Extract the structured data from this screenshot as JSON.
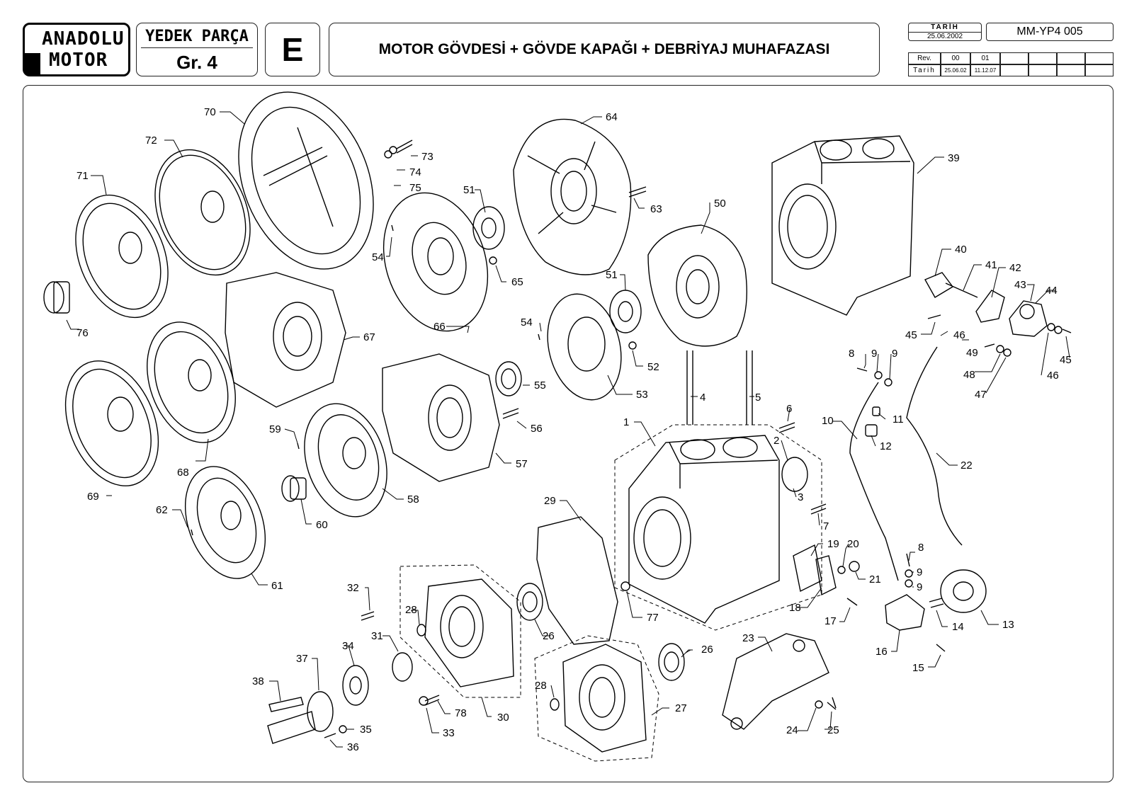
{
  "header": {
    "logo_line1": "ANADOLU",
    "logo_line2": "MOTOR",
    "group_label": "YEDEK PARÇA",
    "group_number": "Gr. 4",
    "section_letter": "E",
    "title": "MOTOR GÖVDESİ + GÖVDE KAPAĞI + DEBRİYAJ MUHAFAZASI",
    "date_label": "TARİH",
    "date_value": "25.06.2002",
    "doc_code": "MM-YP4 005",
    "rev_label": "Rev.",
    "rev_00": "00",
    "rev_01": "01",
    "tarih_label": "Tarih",
    "tarih_00": "25.06.02",
    "tarih_01": "11.12.07"
  },
  "callouts": [
    "70",
    "72",
    "71",
    "76",
    "73",
    "74",
    "75",
    "64",
    "63",
    "39",
    "51",
    "65",
    "54",
    "66",
    "50",
    "40",
    "41",
    "42",
    "43",
    "44",
    "45",
    "46",
    "45",
    "49",
    "48",
    "47",
    "46",
    "51",
    "52",
    "53",
    "54",
    "55",
    "56",
    "57",
    "67",
    "68",
    "69",
    "59",
    "58",
    "60",
    "62",
    "61",
    "4",
    "5",
    "6",
    "1",
    "2",
    "3",
    "7",
    "8",
    "9",
    "9",
    "10",
    "11",
    "12",
    "22",
    "29",
    "77",
    "19",
    "20",
    "21",
    "18",
    "17",
    "8",
    "9",
    "9",
    "16",
    "14",
    "13",
    "15",
    "32",
    "28",
    "31",
    "26",
    "34",
    "37",
    "38",
    "35",
    "36",
    "33",
    "78",
    "30",
    "28",
    "27",
    "26",
    "23",
    "24",
    "25"
  ],
  "colors": {
    "line": "#000000",
    "frame": "#222222",
    "background": "#ffffff"
  }
}
